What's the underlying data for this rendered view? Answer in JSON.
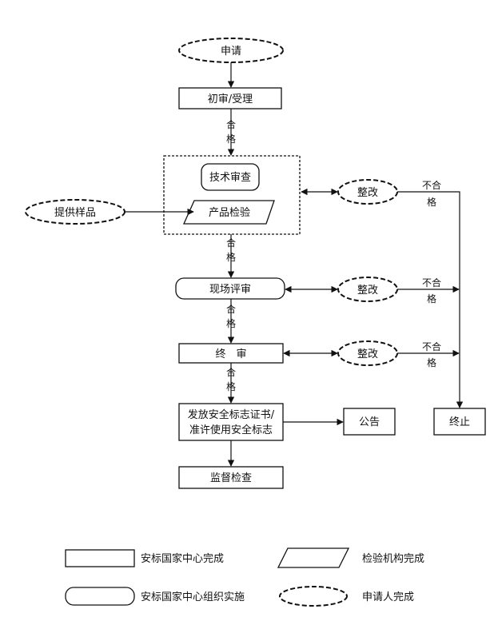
{
  "nodes": {
    "apply": "申请",
    "initial_review": "初审/受理",
    "tech_review": "技术审查",
    "product_test": "产品检验",
    "provide_sample": "提供样品",
    "site_review": "现场评审",
    "final_review": "终　审",
    "issue_cert_line1": "发放安全标志证书/",
    "issue_cert_line2": "准许使用安全标志",
    "announce": "公告",
    "supervise": "监督检查",
    "terminate": "终止",
    "rectify_1": "整改",
    "rectify_2": "整改",
    "rectify_3": "整改"
  },
  "labels": {
    "pass_1": [
      "合",
      "格"
    ],
    "pass_2": [
      "合",
      "格"
    ],
    "pass_3": [
      "合",
      "格"
    ],
    "pass_4": [
      "合",
      "格"
    ],
    "fail_1": [
      "不合",
      "格"
    ],
    "fail_2": [
      "不合",
      "格"
    ],
    "fail_3": [
      "不合",
      "格"
    ]
  },
  "legend": {
    "rect": "安标国家中心完成",
    "parallelogram": "检验机构完成",
    "rounded": "安标国家中心组织实施",
    "ellipse": "申请人完成"
  }
}
